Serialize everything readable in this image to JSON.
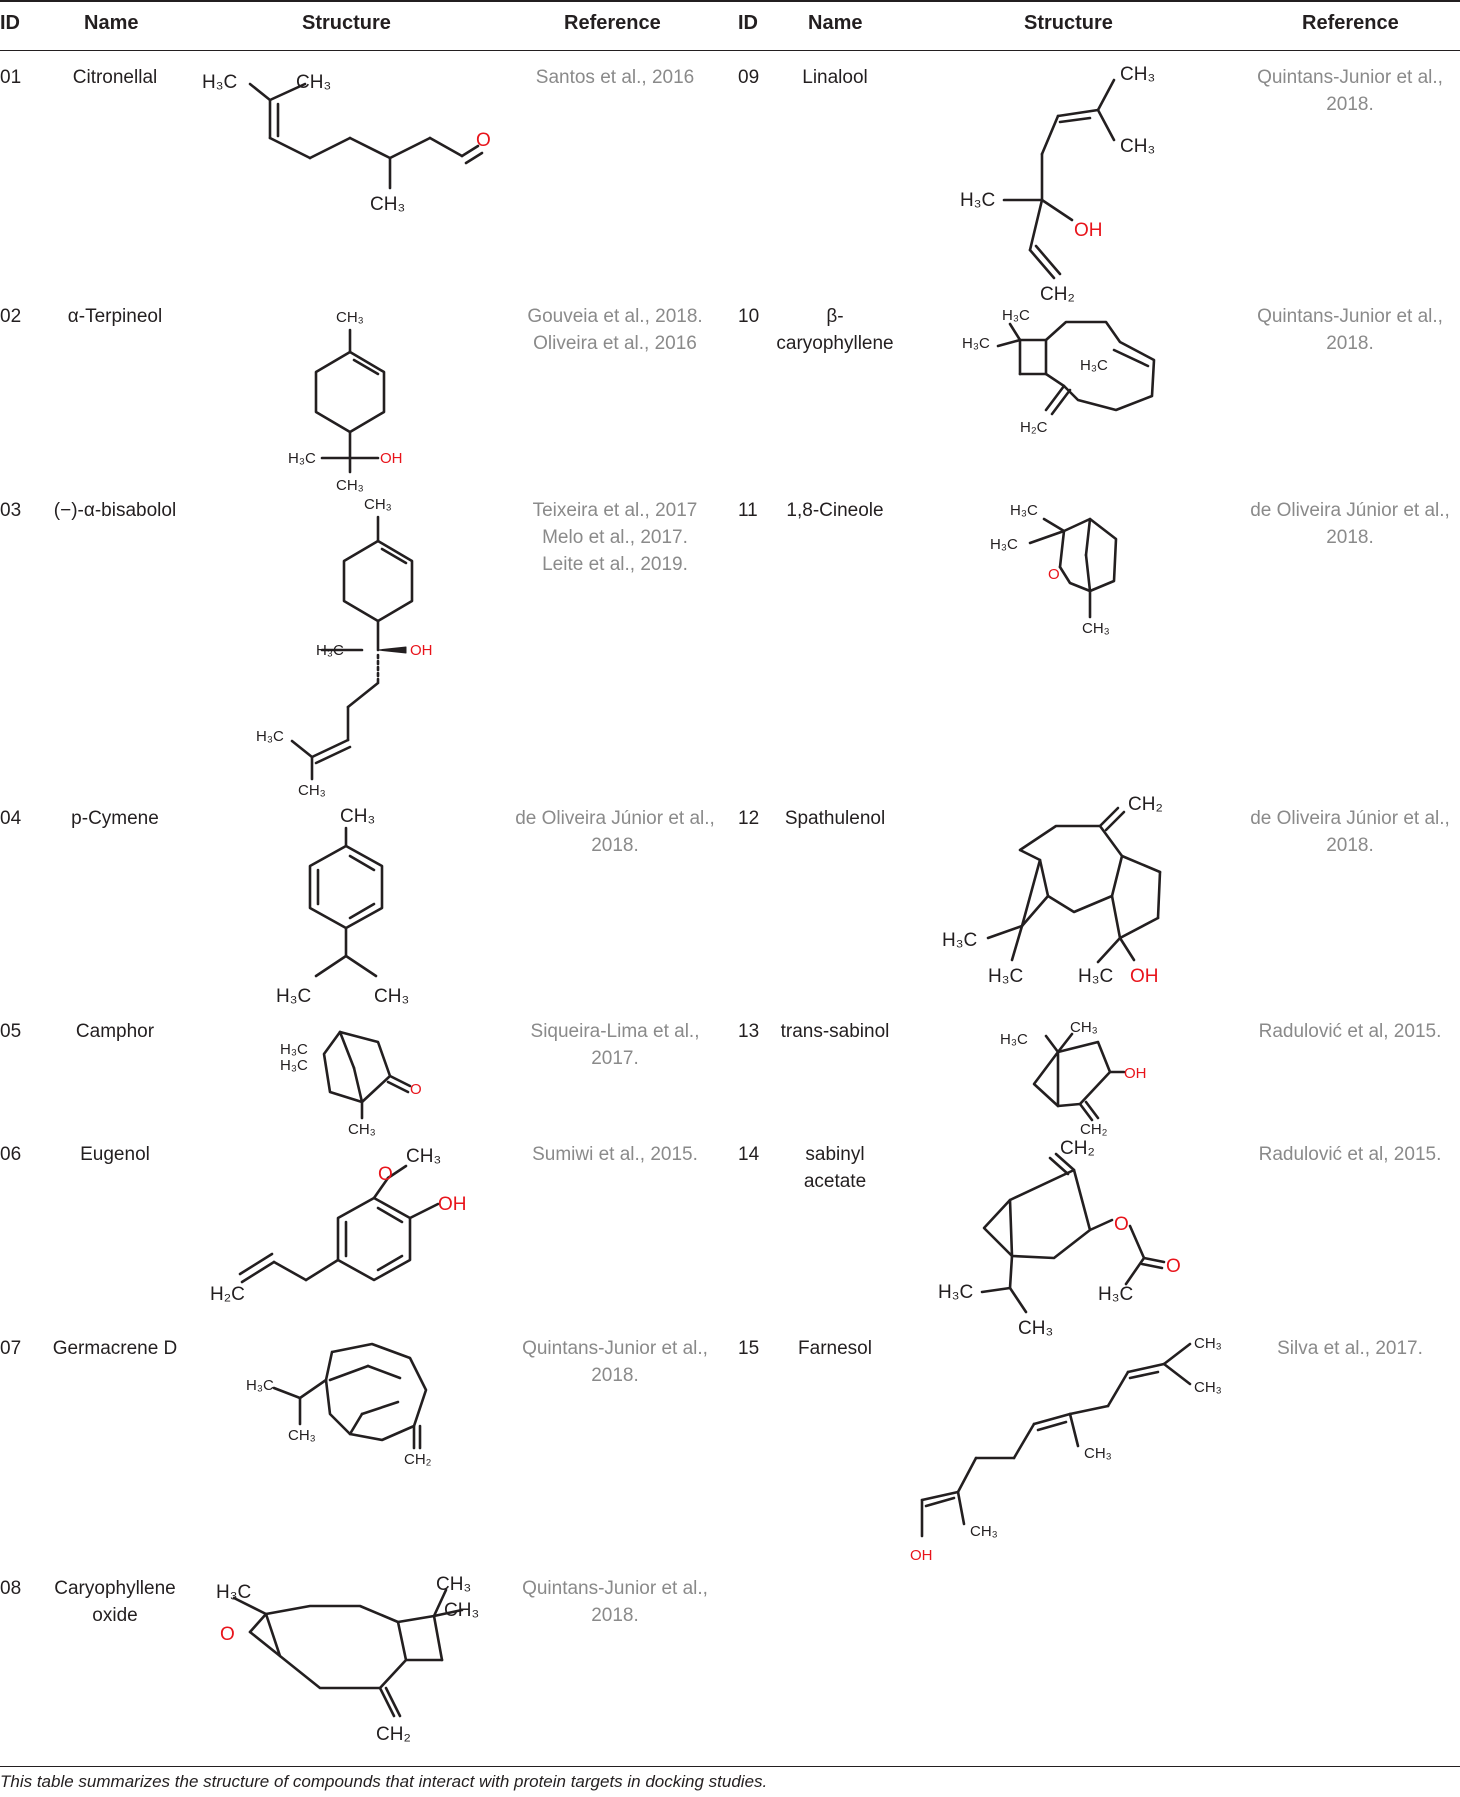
{
  "headers": {
    "id": "ID",
    "name": "Name",
    "structure": "Structure",
    "reference": "Reference"
  },
  "rows": [
    {
      "id": "01",
      "name": "Citronellal",
      "refs": [
        "Santos et al., 2016"
      ]
    },
    {
      "id": "02",
      "name": "α-Terpineol",
      "refs": [
        "Gouveia et al., 2018.",
        "Oliveira et al., 2016"
      ]
    },
    {
      "id": "03",
      "name": "(−)-α-bisabolol",
      "refs": [
        "Teixeira et al., 2017",
        "Melo et al., 2017.",
        "Leite et al., 2019."
      ]
    },
    {
      "id": "04",
      "name": "p-Cymene",
      "refs": [
        "de Oliveira Júnior et al.,",
        "2018."
      ]
    },
    {
      "id": "05",
      "name": "Camphor",
      "refs": [
        "Siqueira-Lima et al.,",
        "2017."
      ]
    },
    {
      "id": "06",
      "name": "Eugenol",
      "refs": [
        "Sumiwi et al., 2015."
      ]
    },
    {
      "id": "07",
      "name": "Germacrene D",
      "refs": [
        "Quintans-Junior et al.,",
        "2018."
      ]
    },
    {
      "id": "08",
      "name": "Caryophyllene oxide",
      "name_lines": [
        "Caryophyllene",
        "oxide"
      ],
      "refs": [
        "Quintans-Junior et al.,",
        "2018."
      ]
    },
    {
      "id": "09",
      "name": "Linalool",
      "refs": [
        "Quintans-Junior et al.,",
        "2018."
      ]
    },
    {
      "id": "10",
      "name": "β-caryophyllene",
      "name_lines": [
        "β-",
        "caryophyllene"
      ],
      "refs": [
        "Quintans-Junior et al.,",
        "2018."
      ]
    },
    {
      "id": "11",
      "name": "1,8-Cineole",
      "refs": [
        "de Oliveira Júnior et al.,",
        "2018."
      ]
    },
    {
      "id": "12",
      "name": "Spathulenol",
      "refs": [
        "de Oliveira Júnior et al.,",
        "2018."
      ]
    },
    {
      "id": "13",
      "name": "trans-sabinol",
      "refs": [
        "Radulović et al, 2015."
      ]
    },
    {
      "id": "14",
      "name": "sabinyl acetate",
      "name_lines": [
        "sabinyl",
        "acetate"
      ],
      "refs": [
        "Radulović et al, 2015."
      ]
    },
    {
      "id": "15",
      "name": "Farnesol",
      "refs": [
        "Silva et al., 2017."
      ]
    }
  ],
  "atoms": {
    "h3c": "H₃C",
    "ch3": "CH₃",
    "ch2": "CH₂",
    "h2c": "H₂C",
    "o": "O",
    "oh": "OH"
  },
  "caption": "This table summarizes the structure of compounds that interact with protein targets in docking studies."
}
